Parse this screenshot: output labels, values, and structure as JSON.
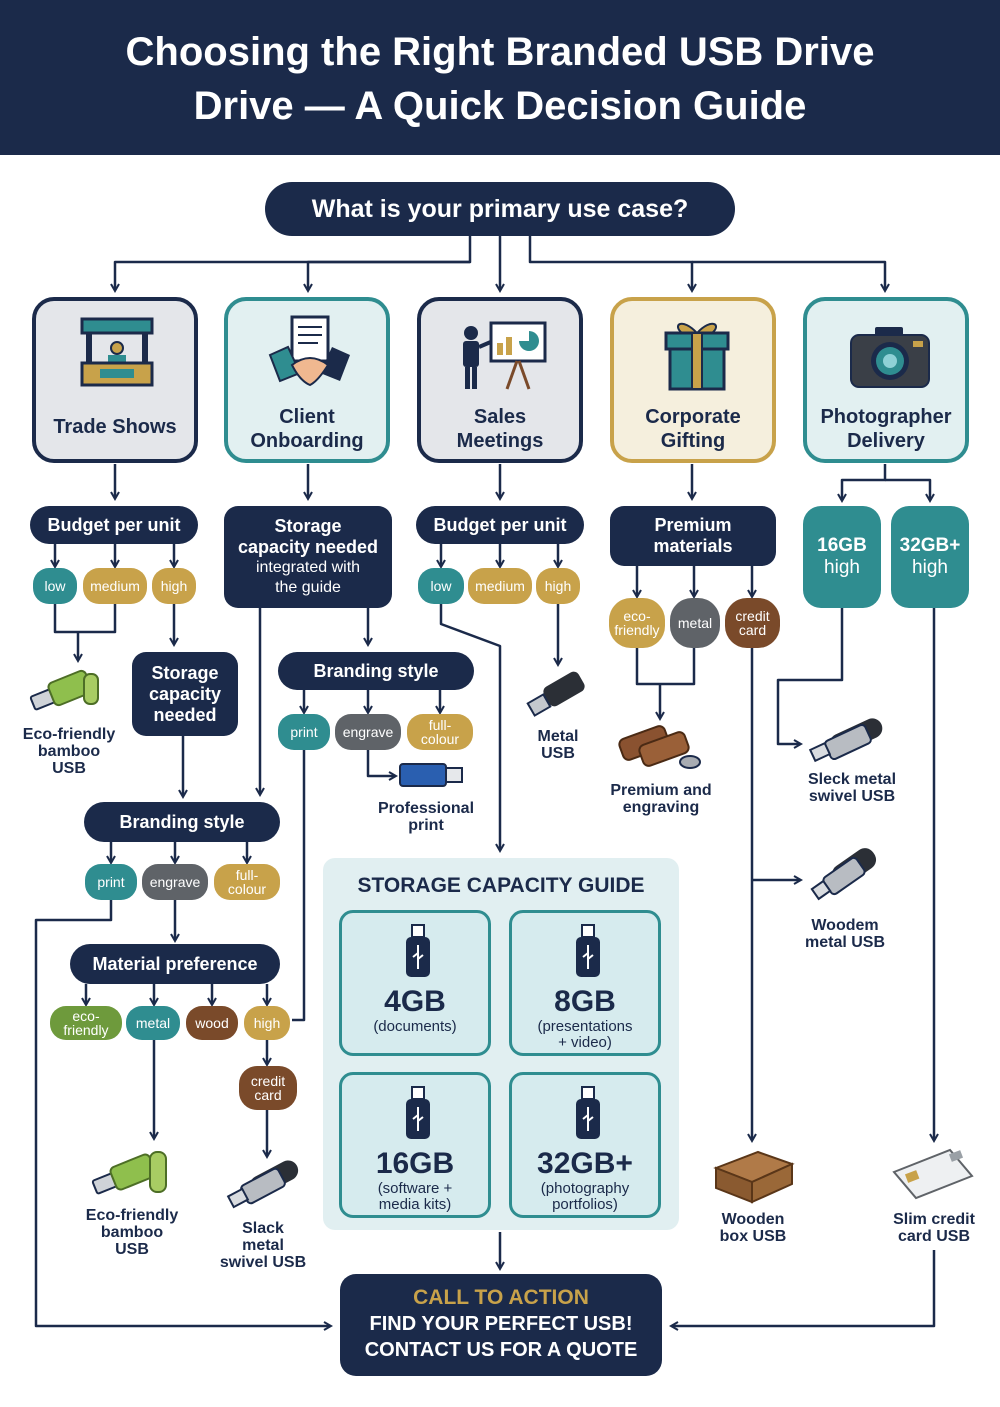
{
  "header": {
    "line1": "Choosing the Right Branded USB Drive",
    "line2": "Drive — A Quick Decision Guide"
  },
  "question": "What is your primary use case?",
  "use_cases": [
    {
      "label": "Trade Shows",
      "icon": "booth-icon"
    },
    {
      "label": "Client\nOnboarding",
      "icon": "handshake-icon"
    },
    {
      "label": "Sales\nMeetings",
      "icon": "presentation-icon"
    },
    {
      "label": "Corporate\nGifting",
      "icon": "gift-icon"
    },
    {
      "label": "Photographer\nDelivery",
      "icon": "camera-icon"
    }
  ],
  "col1": {
    "question": "Budget per unit",
    "options": [
      "low",
      "medium",
      "high"
    ],
    "product_low": "Eco-friendly\nbamboo\nUSB",
    "storage_q": "Storage\ncapacity\nneeded"
  },
  "col2": {
    "question_title": "Storage\ncapacity needed",
    "question_sub": "integrated with\nthe guide",
    "branding_q": "Branding style",
    "branding_options": [
      "print",
      "engrave",
      "full-\ncolour"
    ],
    "product": "Professional\nprint"
  },
  "col3": {
    "question": "Budget per unit",
    "options": [
      "low",
      "medium",
      "high"
    ],
    "product": "Metal\nUSB"
  },
  "col4": {
    "question": "Premium\nmaterials",
    "options": [
      "eco-\nfriendly",
      "metal",
      "credit\ncard"
    ],
    "product": "Premium and\nengraving",
    "product_card": "Wooden\nbox USB"
  },
  "col5": {
    "options": [
      {
        "size": "16GB",
        "level": "high"
      },
      {
        "size": "32GB+",
        "level": "high"
      }
    ],
    "product1": "Sleck metal\nswivel USB",
    "product2": "Woodem\nmetal USB",
    "product3": "Slim credit\ncard USB"
  },
  "left_branch": {
    "branding_q": "Branding style",
    "branding_options": [
      "print",
      "engrave",
      "full-\ncolour"
    ],
    "material_q": "Material preference",
    "material_options": [
      "eco-\nfriendly",
      "metal",
      "wood",
      "high"
    ],
    "credit_option": "credit\ncard",
    "product1": "Eco-friendly\nbamboo\nUSB",
    "product2": "Slack\nmetal\nswivel USB"
  },
  "guide": {
    "title": "STORAGE CAPACITY GUIDE",
    "items": [
      {
        "size": "4GB",
        "desc": "(documents)"
      },
      {
        "size": "8GB",
        "desc": "(presentations\n+ video)"
      },
      {
        "size": "16GB",
        "desc": "(software +\nmedia kits)"
      },
      {
        "size": "32GB+",
        "desc": "(photography\nportfolios)"
      }
    ]
  },
  "cta": {
    "title": "CALL TO ACTION",
    "line1": "FIND YOUR PERFECT USB!",
    "line2": "CONTACT US FOR A QUOTE"
  },
  "colors": {
    "navy": "#1b2a4a",
    "teal": "#2f8d90",
    "gold": "#c8a24a",
    "grey": "#5f6368",
    "green": "#6e9a3c",
    "brown": "#7a4a2a"
  }
}
